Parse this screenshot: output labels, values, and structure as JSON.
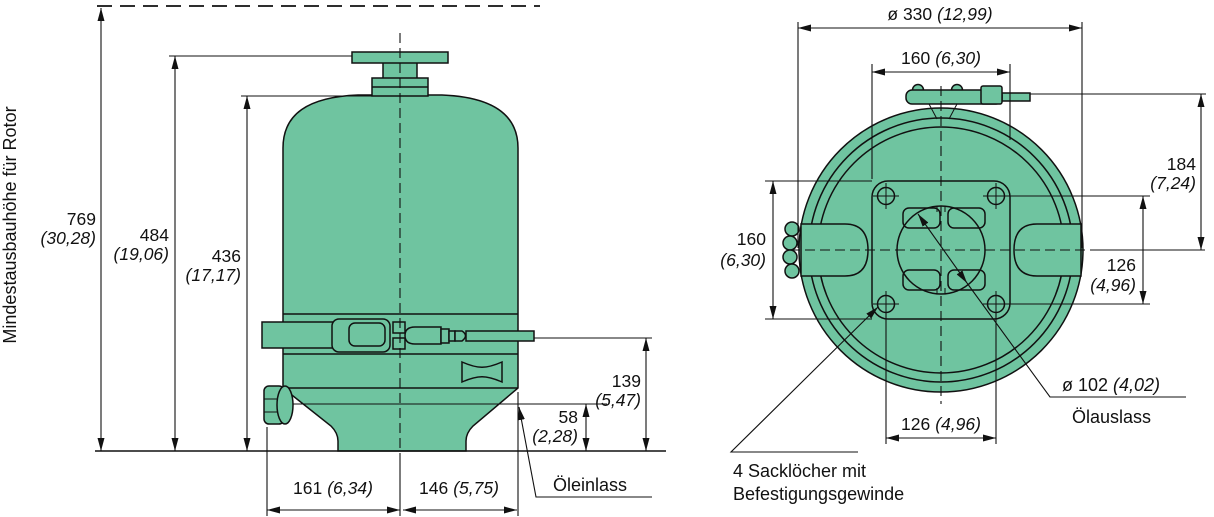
{
  "colors": {
    "body_green": "#6FC4A0",
    "line": "#111111",
    "background": "#ffffff"
  },
  "side": {
    "rotor_label": "Mindestausbauhöhe für Rotor",
    "d769_mm": "769",
    "d769_in": "(30,28)",
    "d484_mm": "484",
    "d484_in": "(19,06)",
    "d436_mm": "436",
    "d436_in": "(17,17)",
    "d139_mm": "139",
    "d139_in": "(5,47)",
    "d58_mm": "58",
    "d58_in": "(2,28)",
    "d161_mm": "161",
    "d161_in": "(6,34)",
    "d146_mm": "146",
    "d146_in": "(5,75)",
    "oil_inlet": "Öleinlass"
  },
  "top": {
    "d330_mm": "ø 330",
    "d330_in": "(12,99)",
    "d160h_mm": "160",
    "d160h_in": "(6,30)",
    "d160v_mm": "160",
    "d160v_in": "(6,30)",
    "d184_mm": "184",
    "d184_in": "(7,24)",
    "d126v_mm": "126",
    "d126v_in": "(4,96)",
    "d126h_mm": "126",
    "d126h_in": "(4,96)",
    "d102_mm": "ø 102",
    "d102_in": "(4,02)",
    "oil_outlet": "Ölauslass",
    "blind1": "4 Sacklöcher mit",
    "blind2": "Befestigungsgewinde"
  }
}
